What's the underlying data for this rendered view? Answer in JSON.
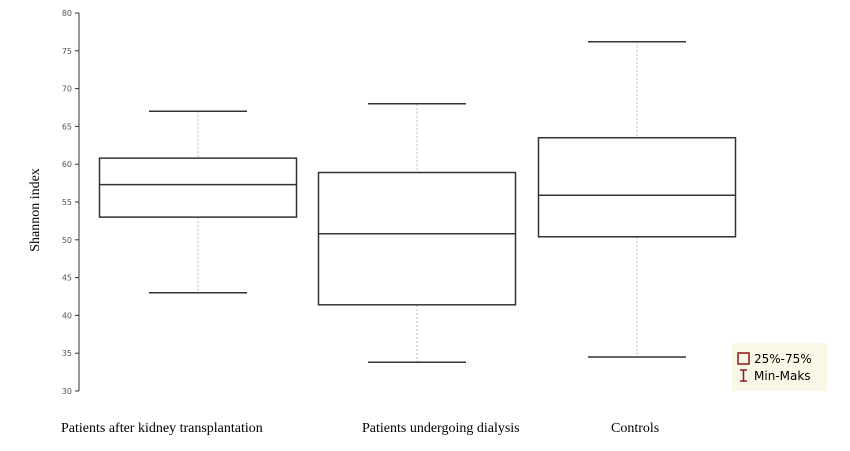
{
  "chart_data": {
    "type": "boxplot",
    "ylabel": "Shannon index",
    "xlabel": "",
    "ylim": [
      30,
      80
    ],
    "yticks": [
      30,
      35,
      40,
      45,
      50,
      55,
      60,
      65,
      70,
      75,
      80
    ],
    "grid": false,
    "legend_position": "bottom-right",
    "categories": [
      "Patients after kidney transplantation",
      "Patients undergoing dialysis",
      "Controls"
    ],
    "boxes": [
      {
        "min": 43.0,
        "q1": 53.0,
        "median": 57.3,
        "q3": 60.8,
        "max": 67.0
      },
      {
        "min": 33.8,
        "q1": 41.4,
        "median": 50.8,
        "q3": 58.9,
        "max": 68.0
      },
      {
        "min": 34.5,
        "q1": 50.4,
        "median": 55.9,
        "q3": 63.5,
        "max": 76.2
      }
    ],
    "legend": [
      {
        "label": "25%-75%",
        "symbol": "box"
      },
      {
        "label": "Min-Maks",
        "symbol": "whisker"
      }
    ],
    "colors": {
      "box_stroke": "#333333",
      "whisker_stroke": "#bbbbbb",
      "axis": "#333333",
      "legend_symbol": "#8b1a1a",
      "legend_bg": "#fbf7e6"
    }
  }
}
